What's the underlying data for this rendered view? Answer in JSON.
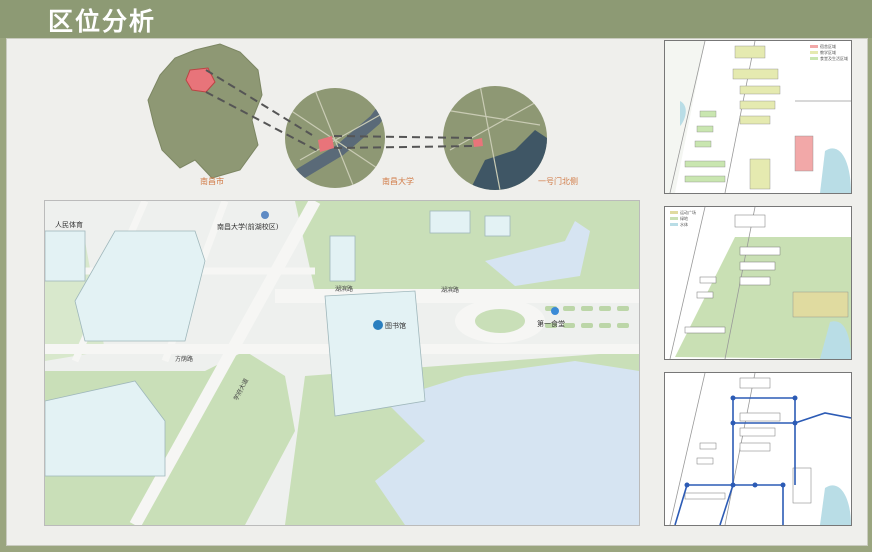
{
  "header": {
    "title": "区位分析"
  },
  "locator": {
    "captions": [
      "南昌市",
      "南昌大学",
      "一号门北侧"
    ]
  },
  "map": {
    "road_labels": [
      "方荫路",
      "学府大道",
      "湖滨路",
      "湖滨路"
    ],
    "poi_labels": [
      "南昌大学(前湖校区)",
      "图书馆",
      "第一食堂",
      "人民体育"
    ],
    "highlight_color": "#e8747a",
    "water_color": "#d6e4f2",
    "green_color": "#c9dfb8"
  },
  "side_panels": [
    {
      "legend": [
        "宿舍区域",
        "教学区域",
        "食堂及生活区域"
      ],
      "colors": [
        "#f2a8a8",
        "#e5eab0",
        "#c9e6b0"
      ]
    },
    {
      "legend": [
        "运动广场",
        "绿地",
        "水体"
      ],
      "colors": [
        "#e0dba0",
        "#c9e0b4",
        "#b9dde6"
      ]
    },
    {
      "legend": [],
      "colors": [
        "#2c5bb5"
      ]
    }
  ]
}
